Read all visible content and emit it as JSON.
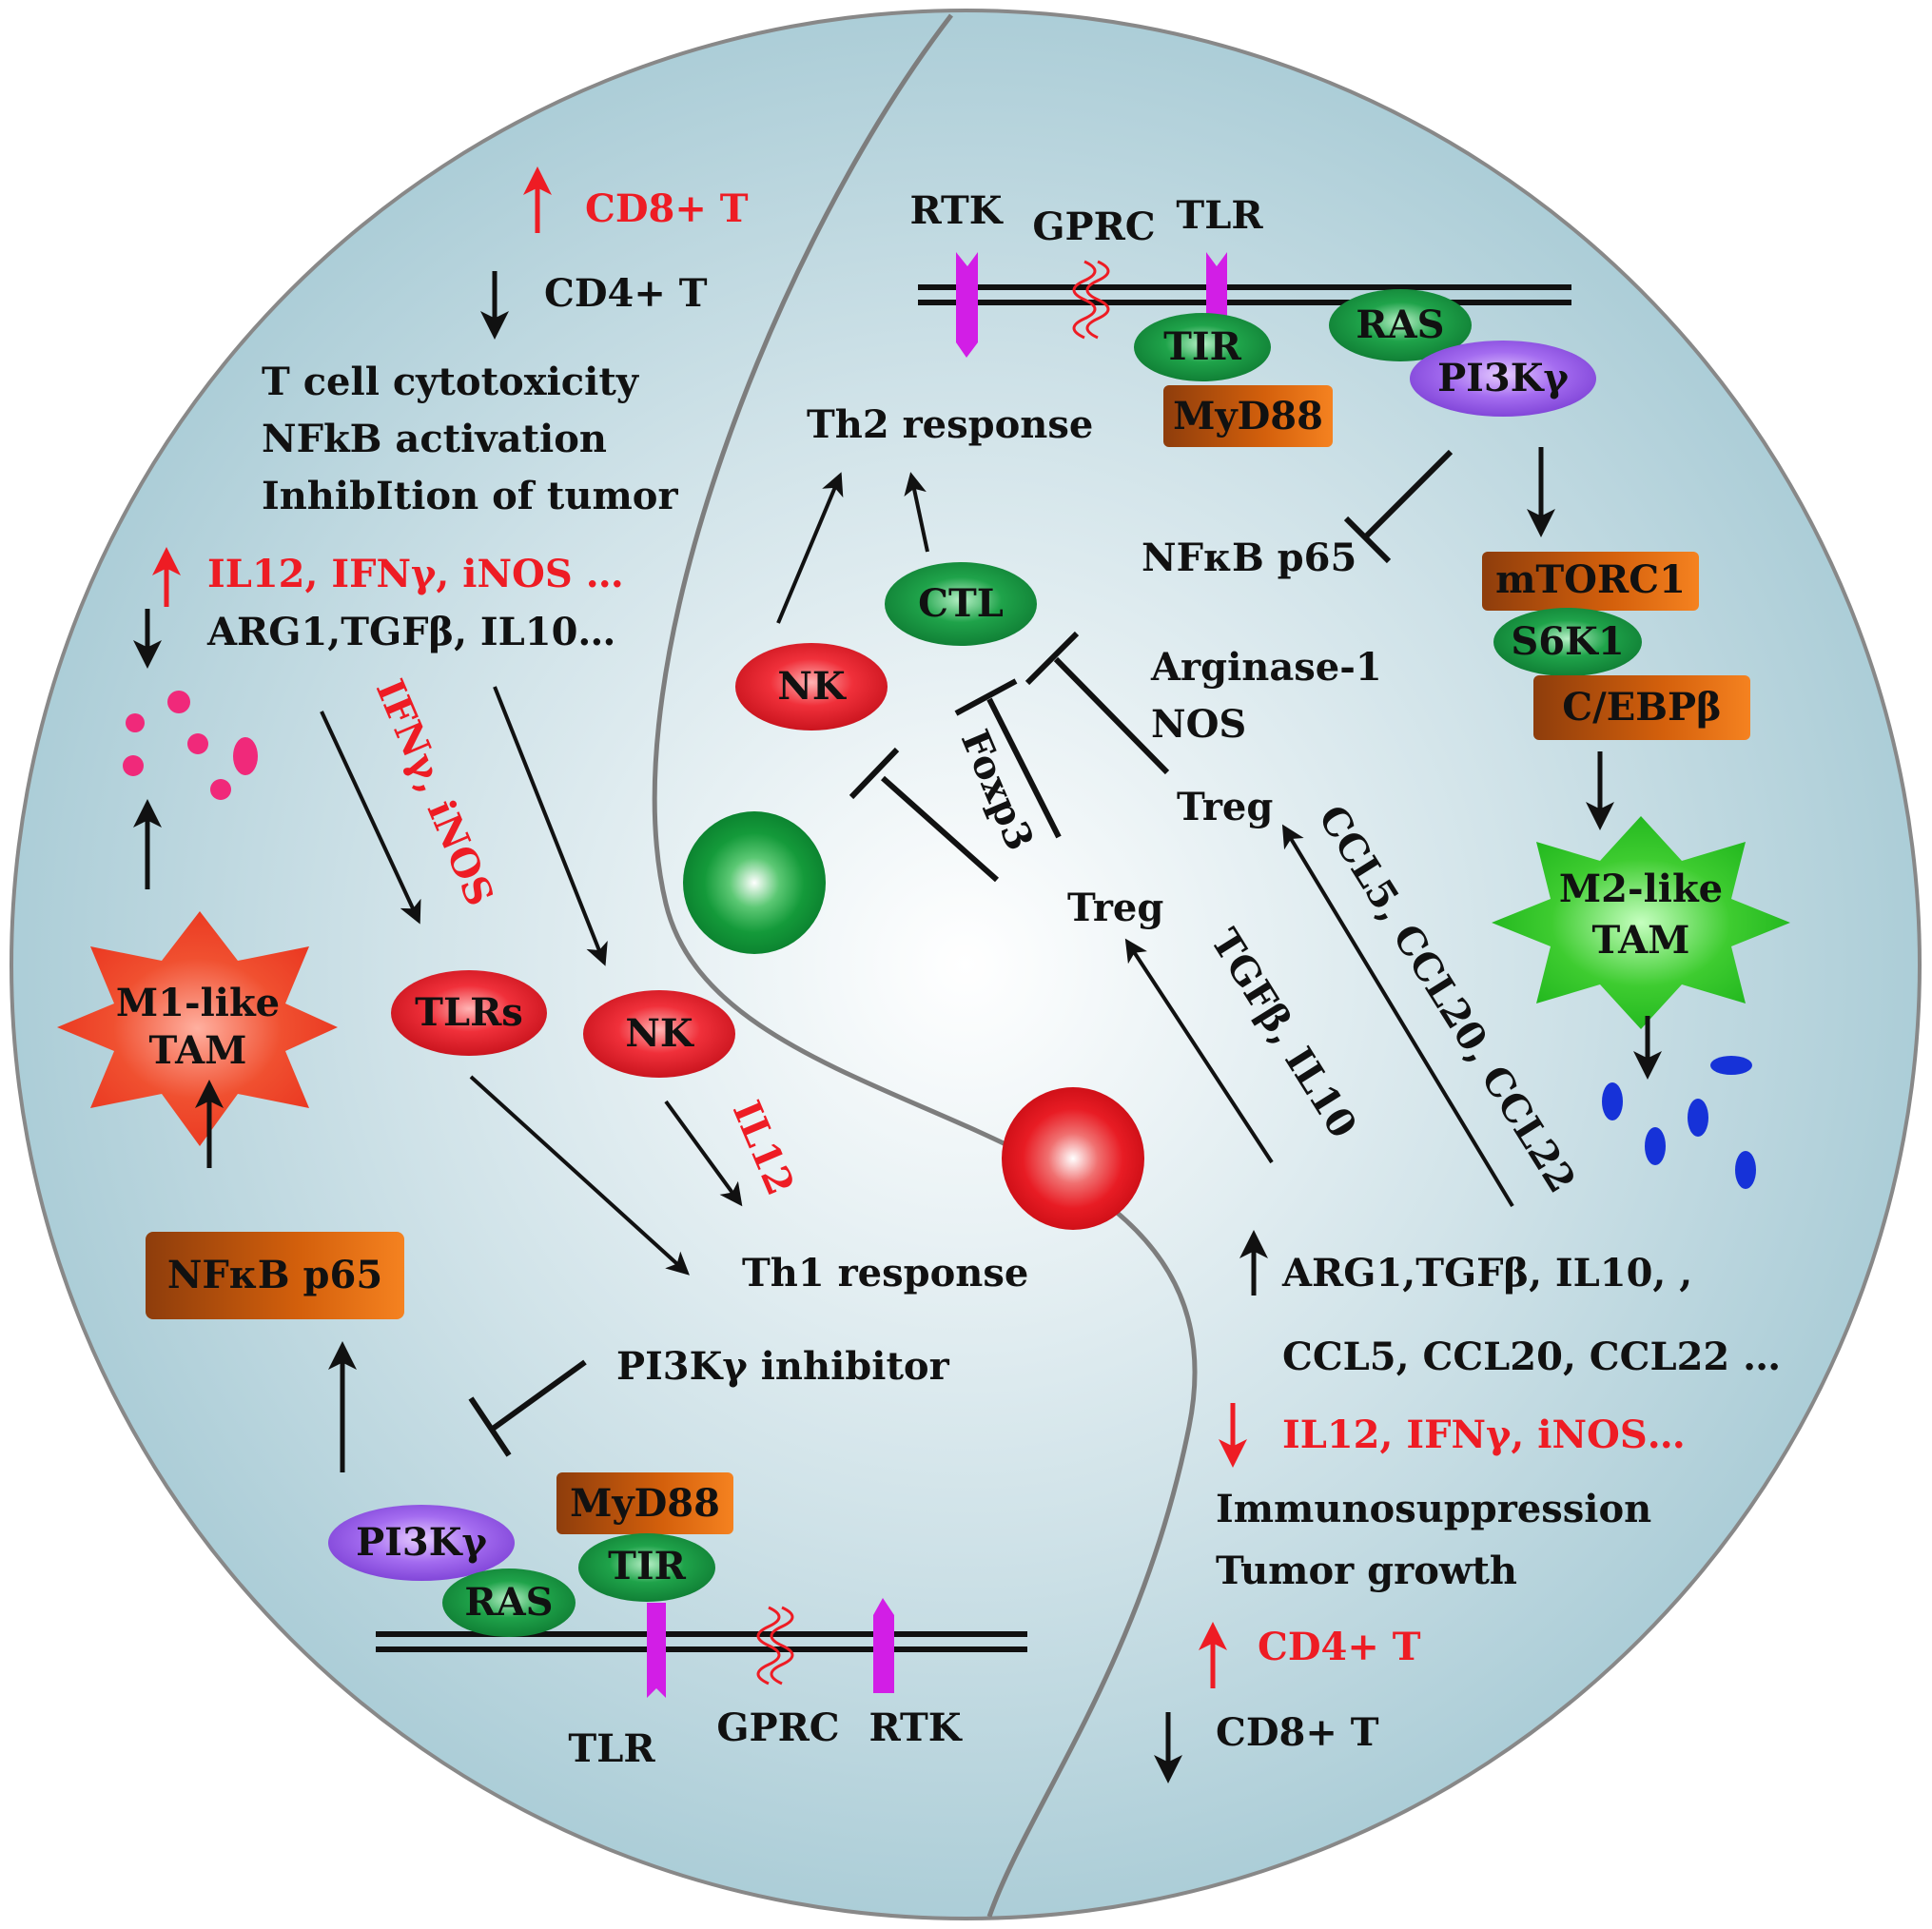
{
  "colors": {
    "background_center": "#ffffff",
    "background_edge": "#a3c8d3",
    "red": "#ee1c24",
    "green": "#1b9a3c",
    "orange": "#d4600c",
    "purple": "#9b5de5",
    "magenta": "#d21ee6",
    "pink_dots": "#f0297a",
    "blue_dots": "#1632d8"
  },
  "left_panel": {
    "cd8_up": "CD8+ T",
    "cd4_down": "CD4+ T",
    "effects": [
      "T cell cytotoxicity",
      "NFkB activation",
      "InhibItion of tumor"
    ],
    "cytokines_up": "IL12, IFNγ, iNOS …",
    "cytokines_down": "ARG1,TGFβ, IL10…",
    "ifn_label": "IFNγ, iNOS",
    "il12_label": "IL12",
    "m1_tam": [
      "M1-like",
      "TAM"
    ],
    "tlrs": "TLRs",
    "nk": "NK",
    "th1": "Th1 response",
    "nfkb_box": "NFκB p65",
    "pi3k_inhibitor": "PI3Kγ inhibitor",
    "pi3k": "PI3Kγ",
    "ras": "RAS",
    "myd88": "MyD88",
    "tir": "TIR",
    "receptors": {
      "tlr": "TLR",
      "gprc": "GPRC",
      "rtk": "RTK"
    }
  },
  "right_panel": {
    "receptors": {
      "rtk": "RTK",
      "gprc": "GPRC",
      "tlr": "TLR"
    },
    "tir": "TIR",
    "ras": "RAS",
    "myd88": "MyD88",
    "pi3k": "PI3Kγ",
    "th2": "Th2 response",
    "nfkb": "NFκB p65",
    "mtorc1": "mTORC1",
    "s6k1": "S6K1",
    "cebpb": "C/EBPβ",
    "m2_tam": [
      "M2-like",
      "TAM"
    ],
    "ctl": "CTL",
    "nk": "NK",
    "arginase": "Arginase-1",
    "nos": "NOS",
    "foxp3": "Foxp3",
    "treg_upper": "Treg",
    "treg_lower": "Treg",
    "ccl_label": "CCL5, CCL20, CCL22",
    "tgf_label": "TGFβ, IL10",
    "up_line1": "ARG1,TGFβ, IL10, ,",
    "up_line2": "CCL5, CCL20, CCL22 …",
    "down_red": "IL12, IFNγ, iNOS…",
    "effects": [
      "Immunosuppression",
      "Tumor growth"
    ],
    "cd4_up": "CD4+ T",
    "cd8_down": "CD8+ T"
  }
}
